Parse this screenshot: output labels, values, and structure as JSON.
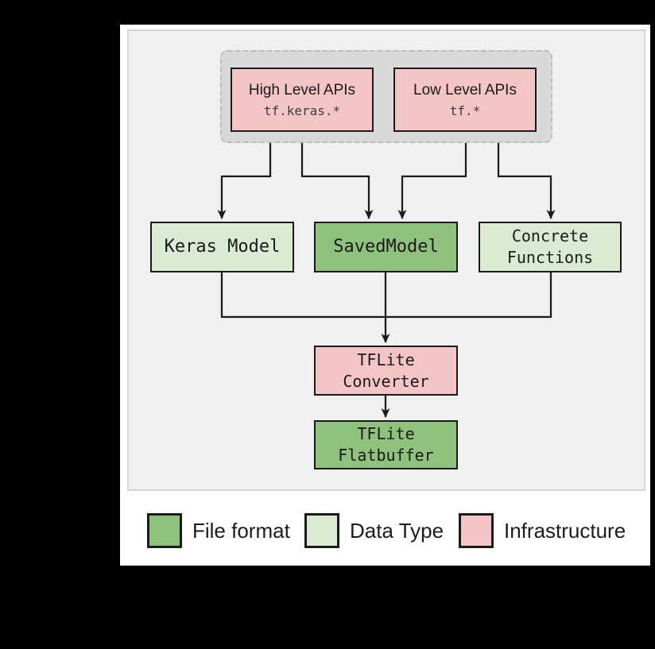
{
  "diagram": {
    "nodes": {
      "high_level_apis": {
        "title": "High Level APIs",
        "code": "tf.keras.*"
      },
      "low_level_apis": {
        "title": "Low Level APIs",
        "code": "tf.*"
      },
      "keras_model": {
        "label": "Keras Model"
      },
      "saved_model": {
        "label": "SavedModel"
      },
      "concrete_functions": {
        "label": "Concrete Functions"
      },
      "tflite_converter": {
        "label": "TFLite Converter"
      },
      "tflite_flatbuffer": {
        "label": "TFLite Flatbuffer"
      }
    }
  },
  "legend": {
    "items": [
      {
        "label": "File format",
        "color": "#8fc27c"
      },
      {
        "label": "Data Type",
        "color": "#dbead2"
      },
      {
        "label": "Infrastructure",
        "color": "#f3c5c7"
      }
    ]
  },
  "colors": {
    "file_format": "#8fc27c",
    "data_type": "#dbead2",
    "infrastructure": "#f3c5c7",
    "line": "#1a1a1a",
    "canvas_background": "#000000",
    "panel_background": "#ffffff",
    "diagram_background": "#f0f0f1",
    "group_background": "#d9d9d9"
  }
}
